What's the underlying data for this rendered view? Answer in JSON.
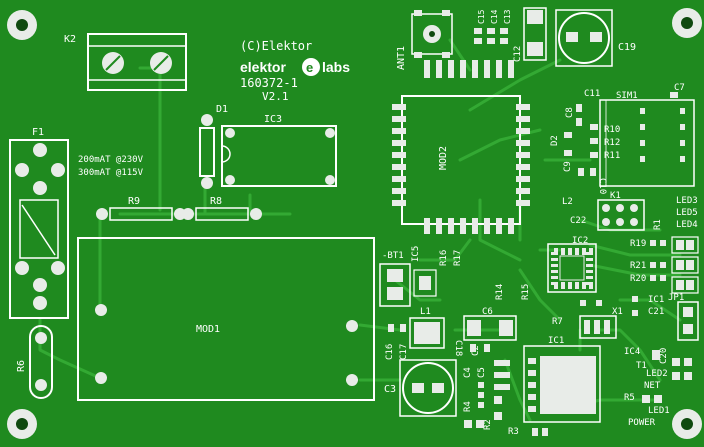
{
  "board": {
    "colors": {
      "base": "#1f8a1f",
      "copper": "#2fa52f",
      "pad": "#e8ece8",
      "silk": "#ffffff",
      "hole": "#0f4a0f"
    },
    "header": {
      "copyright": "(C)Elektor",
      "logo_left": "elektor",
      "logo_e": "e",
      "logo_right": "labs",
      "part_number": "160372-1",
      "version": "V2.1"
    },
    "fuse_rating": {
      "line1": "200mAT @230V",
      "line2": "300mAT @115V"
    },
    "labels": {
      "k2": "K2",
      "f1": "F1",
      "d1": "D1",
      "ic3": "IC3",
      "r9": "R9",
      "r8": "R8",
      "mod1": "MOD1",
      "r6": "R6",
      "ant1": "ANT1",
      "mod2": "MOD2",
      "c15": "C15",
      "c14": "C14",
      "c13": "C13",
      "c12": "C12",
      "c19": "C19",
      "sim1": "SIM1",
      "c7": "C7",
      "c11": "C11",
      "c8": "C8",
      "r10": "R10",
      "r12": "R12",
      "r11": "R11",
      "d2": "D2",
      "c9": "C9",
      "c10": "C10",
      "k1": "K1",
      "l2": "L2",
      "c22": "C22",
      "ic2": "IC2",
      "r1": "R1",
      "led3": "LED3",
      "led5": "LED5",
      "led4": "LED4",
      "r19": "R19",
      "r21": "R21",
      "r20": "R20",
      "bt1": "-BT1",
      "ic5": "IC5",
      "r16": "R16",
      "r17": "R17",
      "r14": "R14",
      "r15": "R15",
      "l1": "L1",
      "c6": "C6",
      "r7": "R7",
      "x1": "X1",
      "jp1": "JP1",
      "ic1_right": "IC1",
      "c21": "C21",
      "c16": "C16",
      "c17": "C17",
      "c18": "C18",
      "c2": "C2",
      "ic1": "IC1",
      "ic4": "IC4",
      "c20": "C20",
      "t1": "T1",
      "c3": "C3",
      "c4": "C4",
      "c5": "C5",
      "r4": "R4",
      "r2": "R2",
      "led2": "LED2",
      "net": "NET",
      "r5": "R5",
      "led1": "LED1",
      "power": "POWER",
      "r3": "R3"
    }
  }
}
